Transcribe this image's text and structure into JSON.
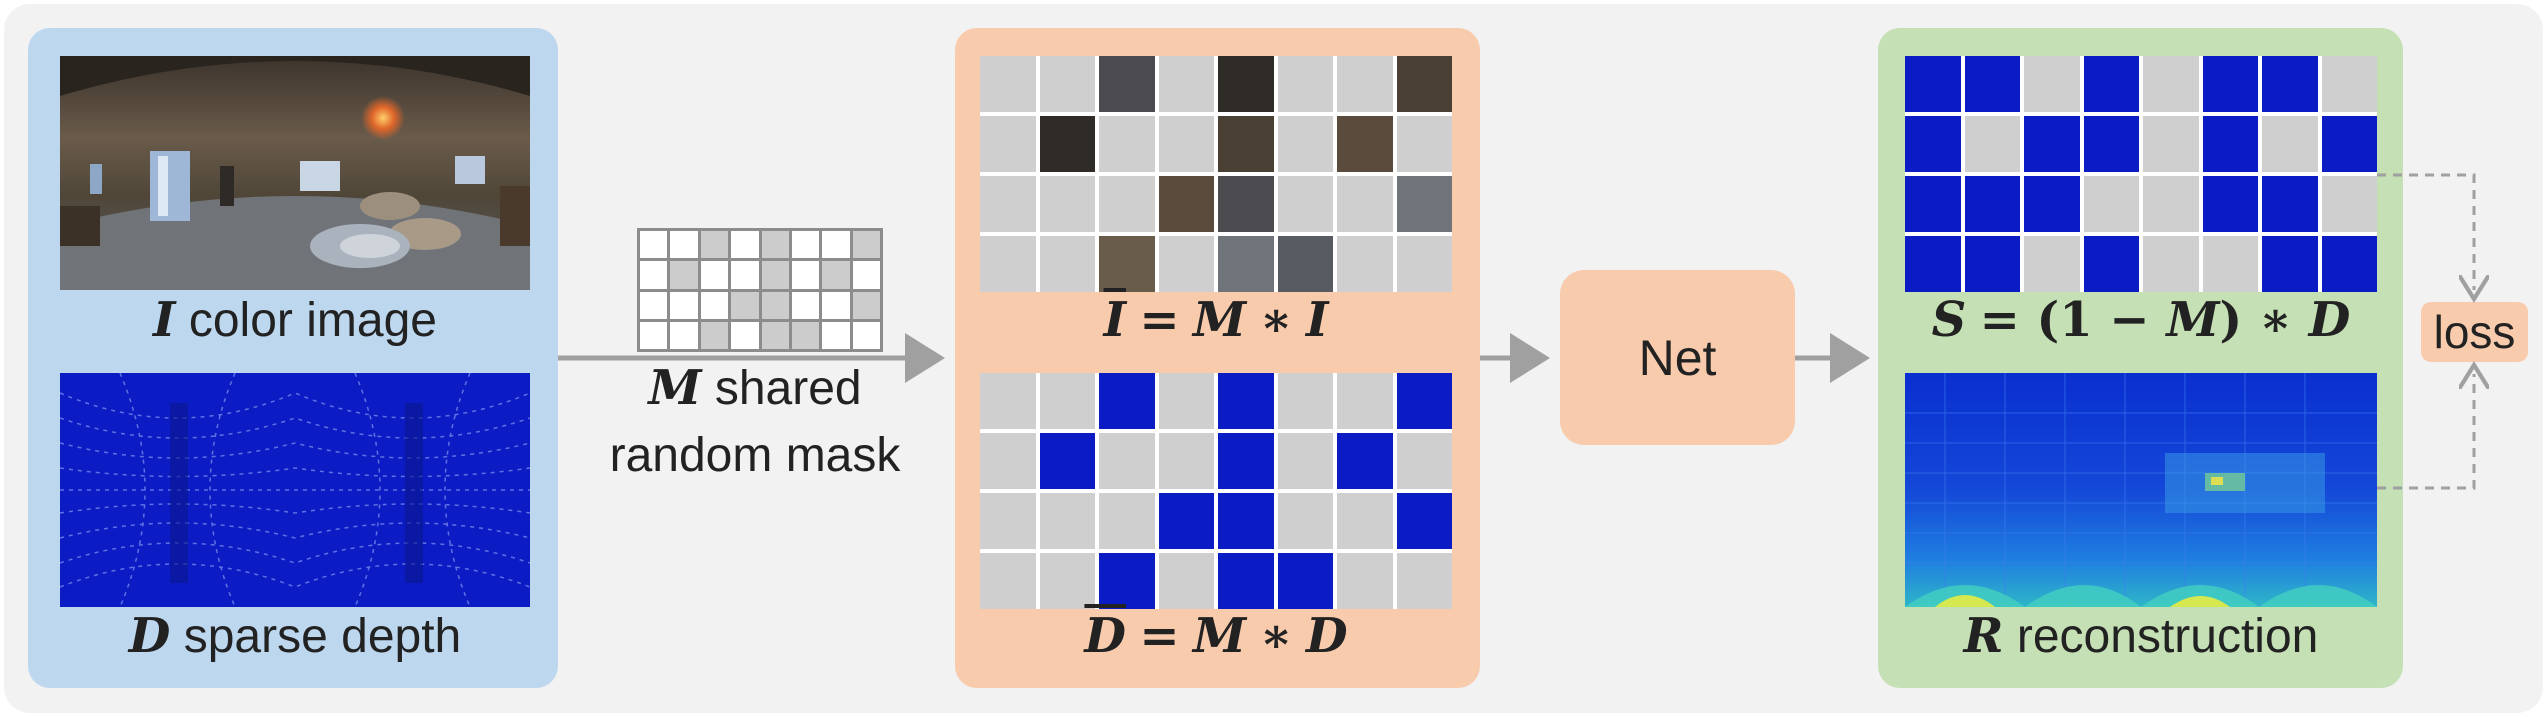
{
  "input_panel": {
    "color_symbol": "I",
    "color_text": "color image",
    "depth_symbol": "D",
    "depth_text": "sparse depth"
  },
  "mask": {
    "symbol": "M",
    "line1_text": "shared",
    "line2_text": "random mask",
    "pattern": [
      [
        1,
        1,
        0,
        1,
        0,
        1,
        1,
        0
      ],
      [
        1,
        0,
        1,
        1,
        0,
        1,
        0,
        1
      ],
      [
        1,
        1,
        1,
        0,
        0,
        1,
        1,
        0
      ],
      [
        1,
        1,
        0,
        1,
        0,
        0,
        1,
        1
      ]
    ]
  },
  "masked_panel": {
    "top_symbol": "I",
    "top_rhs_1": "M",
    "top_rhs_2": "I",
    "bottom_symbol": "D",
    "bottom_rhs_1": "M",
    "bottom_rhs_2": "D",
    "equals": "=",
    "times": "∗"
  },
  "net": {
    "label": "Net"
  },
  "output_panel": {
    "s_symbol": "S",
    "s_eq": "= (",
    "s_one": "1",
    "s_minus": " − ",
    "s_m": "M",
    "s_close": ") ∗ ",
    "s_d": "D",
    "r_symbol": "R",
    "r_text": "reconstruction"
  },
  "loss": {
    "label": "loss"
  },
  "colors": {
    "input_panel": "#bdd7ee",
    "masked_panel": "#f8cbad",
    "output_panel": "#c5e0b4",
    "net_box": "#f8cbad",
    "loss_box": "#f8cbad",
    "mask_gray": "#cfcfcf",
    "depth_blue": "#0c1cc4",
    "arrow": "#a0a0a0"
  }
}
